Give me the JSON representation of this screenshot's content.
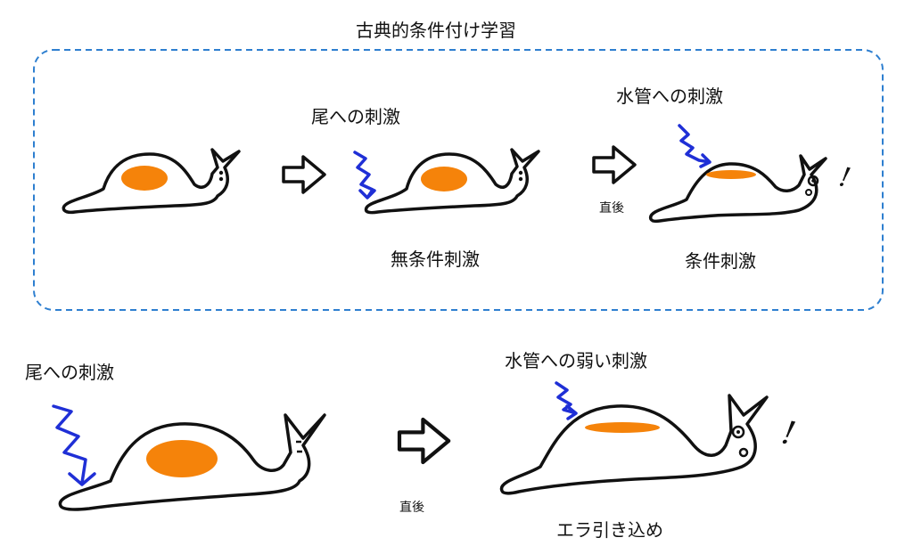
{
  "title": "古典的条件付け学習",
  "panel_top": {
    "stim_tail": "尾への刺激",
    "stim_siphon": "水管への刺激",
    "unconditioned": "無条件刺激",
    "conditioned": "条件刺激",
    "immediately_after": "直後"
  },
  "panel_bottom": {
    "stim_tail": "尾への刺激",
    "stim_siphon_weak": "水管への弱い刺激",
    "immediately_after": "直後",
    "withdrawal": "エラ引き込め"
  },
  "exclaim": "!",
  "colors": {
    "dash_box": "#2e7fd0",
    "stimulus": "#1f2fd6",
    "gill": "#f5830a",
    "outline": "#111111"
  },
  "icons": [
    "snail-icon",
    "right-arrow-icon",
    "zigzag-stimulus-icon"
  ]
}
